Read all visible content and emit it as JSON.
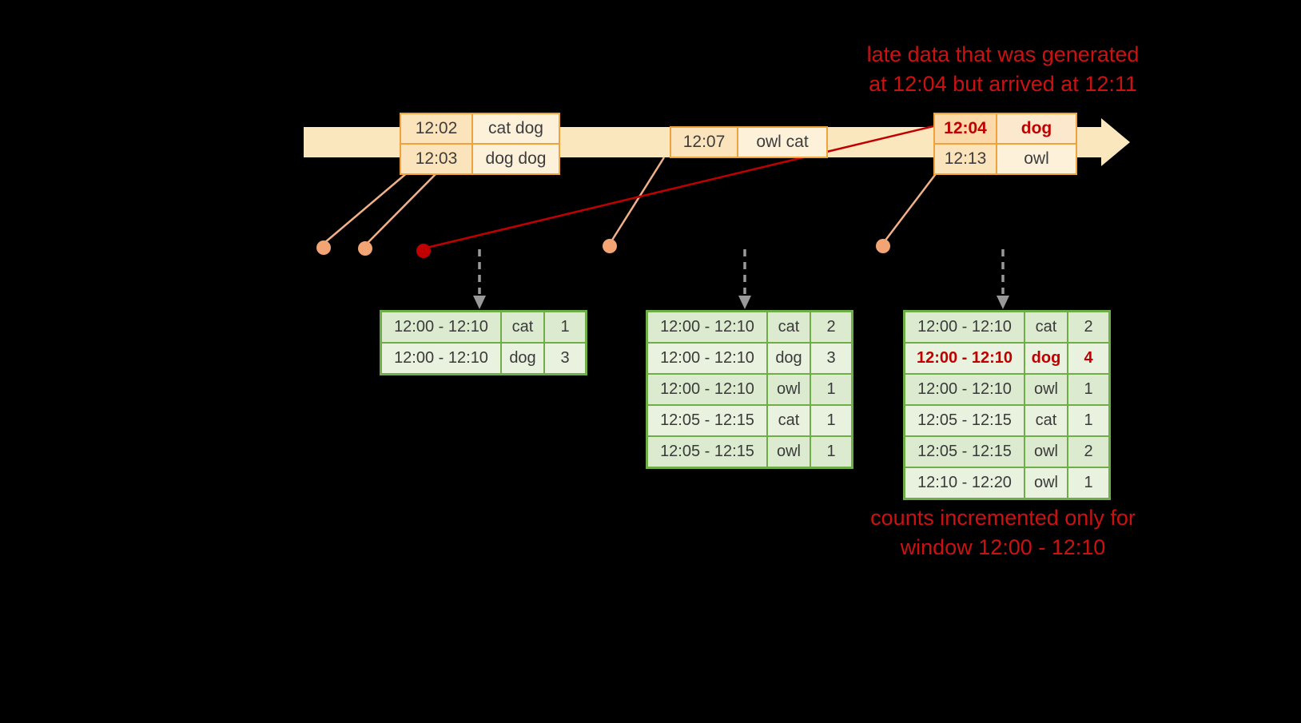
{
  "annotations": {
    "late_data": {
      "line1": "late data that was generated",
      "line2": "at 12:04 but arrived at 12:11"
    },
    "counts_note": {
      "line1": "counts incremented only for",
      "line2": "window 12:00 - 12:10"
    }
  },
  "timeline": {
    "events": [
      {
        "rows": [
          {
            "time": "12:02",
            "words": "cat dog"
          },
          {
            "time": "12:03",
            "words": "dog dog"
          }
        ]
      },
      {
        "rows": [
          {
            "time": "12:07",
            "words": "owl cat"
          }
        ]
      },
      {
        "rows": [
          {
            "time": "12:04",
            "words": "dog",
            "late": true
          },
          {
            "time": "12:13",
            "words": "owl"
          }
        ]
      }
    ]
  },
  "result_tables": [
    {
      "rows": [
        {
          "window": "12:00 - 12:10",
          "word": "cat",
          "count": "1"
        },
        {
          "window": "12:00 - 12:10",
          "word": "dog",
          "count": "3"
        }
      ]
    },
    {
      "rows": [
        {
          "window": "12:00 - 12:10",
          "word": "cat",
          "count": "2"
        },
        {
          "window": "12:00 - 12:10",
          "word": "dog",
          "count": "3"
        },
        {
          "window": "12:00 - 12:10",
          "word": "owl",
          "count": "1"
        },
        {
          "window": "12:05 - 12:15",
          "word": "cat",
          "count": "1"
        },
        {
          "window": "12:05 - 12:15",
          "word": "owl",
          "count": "1"
        }
      ]
    },
    {
      "rows": [
        {
          "window": "12:00 - 12:10",
          "word": "cat",
          "count": "2"
        },
        {
          "window": "12:00 - 12:10",
          "word": "dog",
          "count": "4",
          "highlight": true
        },
        {
          "window": "12:00 - 12:10",
          "word": "owl",
          "count": "1"
        },
        {
          "window": "12:05 - 12:15",
          "word": "cat",
          "count": "1"
        },
        {
          "window": "12:05 - 12:15",
          "word": "owl",
          "count": "2"
        },
        {
          "window": "12:10 - 12:20",
          "word": "owl",
          "count": "1"
        }
      ]
    }
  ],
  "colors": {
    "background": "#000000",
    "timeline_fill": "#FAE7BE",
    "event_border": "#F0A33C",
    "event_time_fill": "#FBE3BC",
    "event_word_fill": "#FDF1DA",
    "table_border": "#6FAD46",
    "table_row_dark": "#DCEACF",
    "table_row_light": "#E9F2DF",
    "late_red": "#C00000",
    "annotation_red": "#CC1111",
    "connector_orange": "#F2B088",
    "dot_orange": "#F2A474",
    "trigger_gray": "#999999"
  }
}
